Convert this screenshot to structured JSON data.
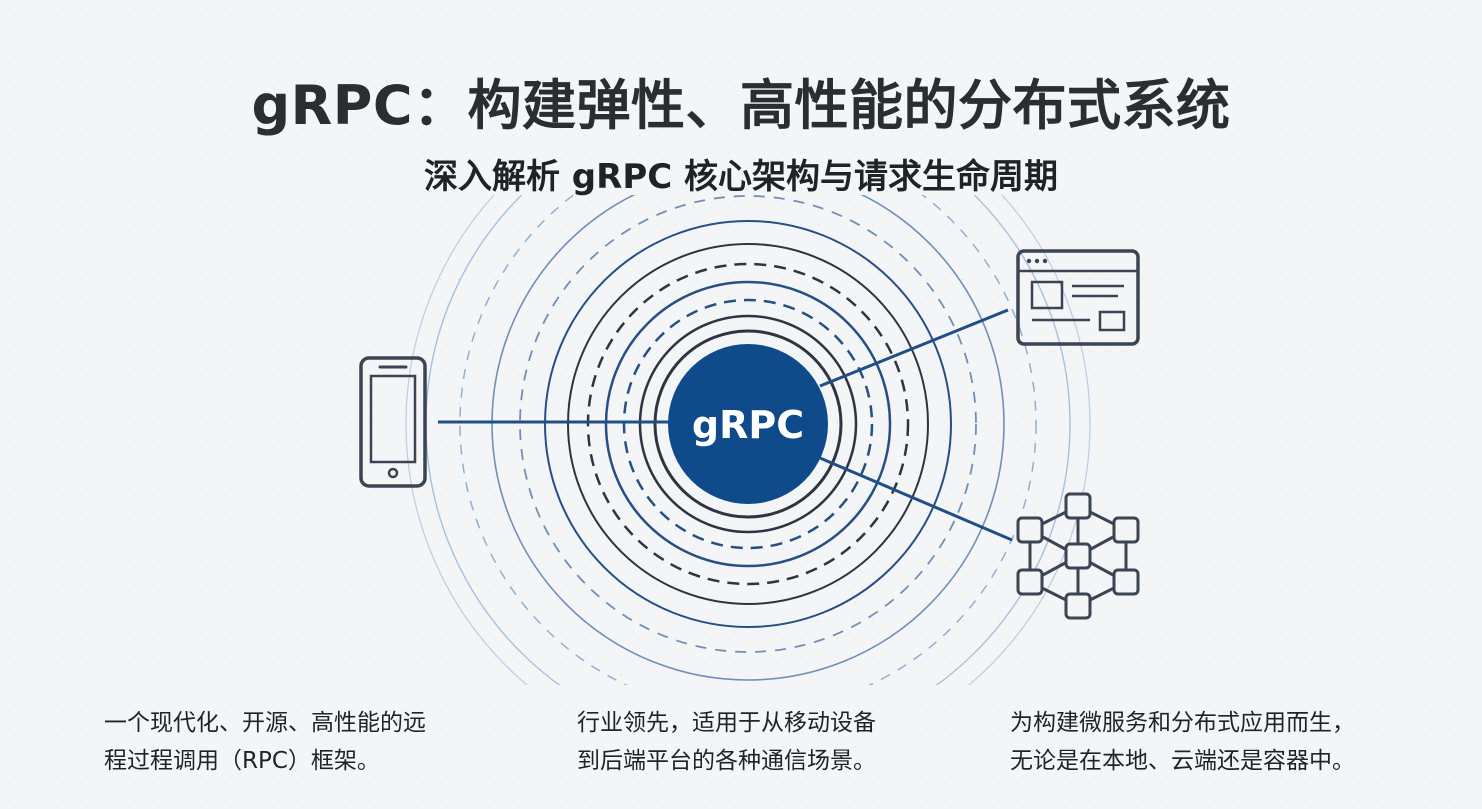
{
  "header": {
    "title": "gRPC：构建弹性、高性能的分布式系统",
    "subtitle": "深入解析 gRPC 核心架构与请求生命周期"
  },
  "diagram": {
    "center_label": "gRPC",
    "nodes": [
      {
        "name": "mobile-phone",
        "icon": "smartphone-icon"
      },
      {
        "name": "browser-window",
        "icon": "browser-window-icon"
      },
      {
        "name": "network-graph",
        "icon": "network-nodes-icon"
      }
    ],
    "colors": {
      "brand_blue": "#0f4a8a",
      "link_blue": "#1f4f86",
      "ring_dark": "#2e3440",
      "ring_blue": "#274f86",
      "ring_light": "#8fb0d4",
      "icon_stroke": "#3a4452",
      "background": "#f4f5f7"
    }
  },
  "captions": [
    {
      "line1": "一个现代化、开源、高性能的远",
      "line2": "程过程调用（RPC）框架。"
    },
    {
      "line1": "行业领先，适用于从移动设备",
      "line2": "到后端平台的各种通信场景。"
    },
    {
      "line1": "为构建微服务和分布式应用而生，",
      "line2": "无论是在本地、云端还是容器中。"
    }
  ]
}
